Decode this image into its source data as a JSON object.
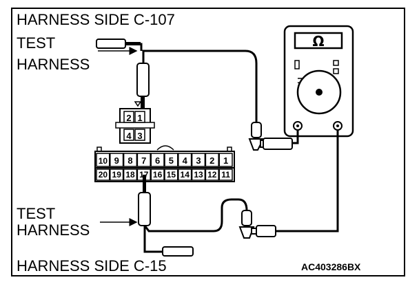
{
  "labels": {
    "top_title": "HARNESS SIDE C-107",
    "bottom_title": "HARNESS SIDE C-15",
    "test_harness_top_line1": "TEST",
    "test_harness_top_line2": "HARNESS",
    "test_harness_bottom_line1": "TEST",
    "test_harness_bottom_line2": "HARNESS",
    "figure_code": "AC403286BX",
    "meter_symbol": "Ω"
  },
  "small_connector_pins": [
    "2",
    "1",
    "4",
    "3"
  ],
  "large_connector_top_row": [
    "10",
    "9",
    "8",
    "7",
    "6",
    "5",
    "4",
    "3",
    "2",
    "1"
  ],
  "large_connector_bottom_row": [
    "20",
    "19",
    "18",
    "17",
    "16",
    "15",
    "14",
    "13",
    "12",
    "11"
  ],
  "icons": [
    "ohmmeter-icon",
    "probe-icon"
  ]
}
